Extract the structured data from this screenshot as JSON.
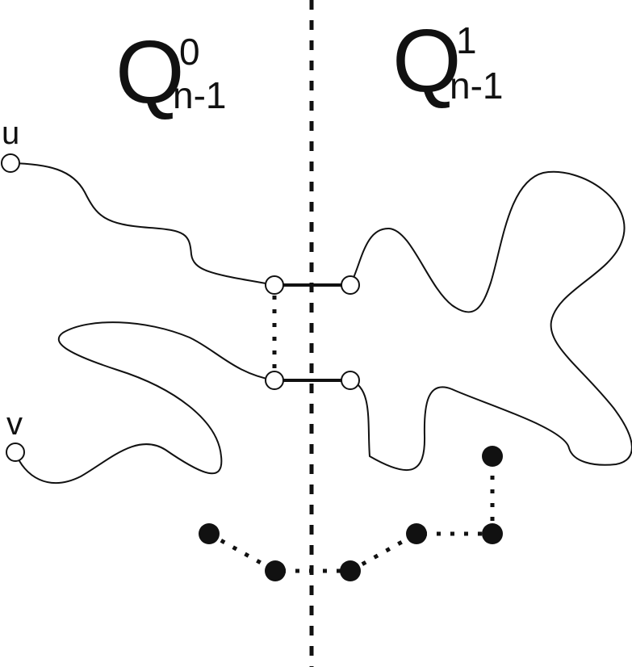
{
  "labels": {
    "left_main": "Q",
    "left_sup": "0",
    "left_sub": "n-1",
    "right_main": "Q",
    "right_sup": "1",
    "right_sub": "n-1",
    "vertex_u": "u",
    "vertex_v": "v"
  },
  "colors": {
    "stroke": "#111111",
    "background": "#ffffff"
  }
}
